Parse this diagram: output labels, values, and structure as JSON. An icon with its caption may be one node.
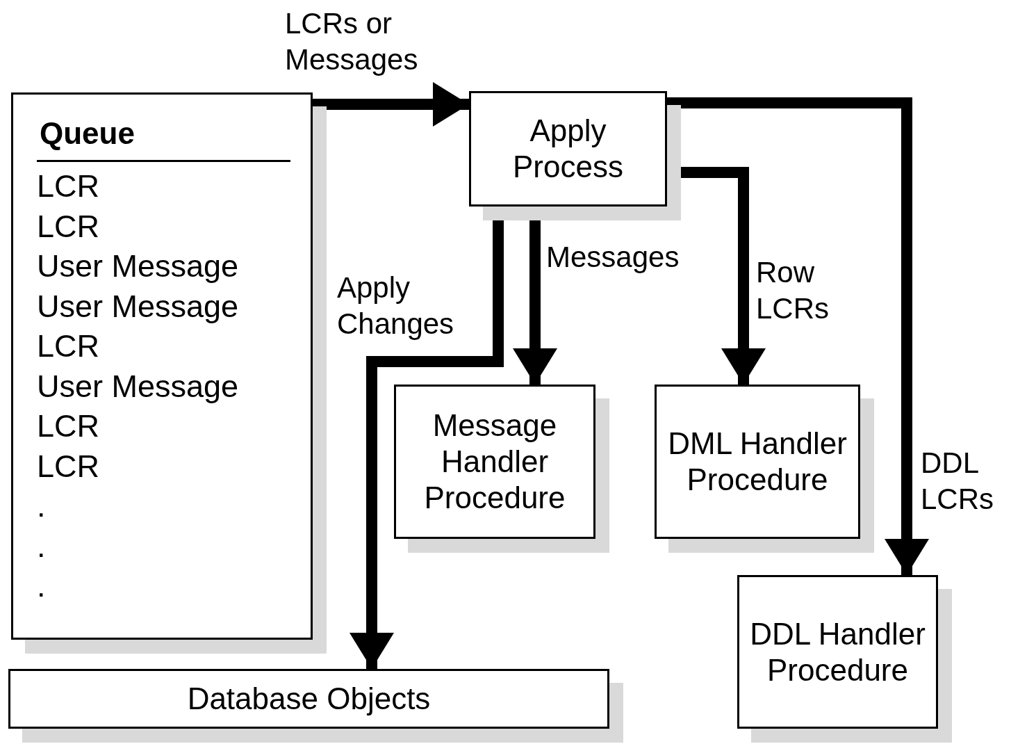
{
  "diagram": {
    "nodes": [
      {
        "text": [
          "Queue",
          "LCR",
          "LCR",
          "User Message",
          "User Message",
          "LCR",
          "User Message",
          "LCR",
          "LCR",
          ".",
          ".",
          "."
        ]
      },
      {
        "text": [
          "Apply Process"
        ]
      },
      {
        "text": [
          "Message Handler Procedure"
        ]
      },
      {
        "text": [
          "DML Handler Procedure"
        ]
      },
      {
        "text": [
          "DDL Handler Procedure"
        ]
      },
      {
        "text": [
          "Database Objects"
        ]
      }
    ],
    "edges": [
      {
        "from": 0,
        "to": 1,
        "arrow": "to",
        "label": "LCRs or Messages"
      },
      {
        "from": 1,
        "to": 5,
        "arrow": "to",
        "label": "Apply Changes"
      },
      {
        "from": 1,
        "to": 2,
        "arrow": "to",
        "label": "Messages"
      },
      {
        "from": 1,
        "to": 3,
        "arrow": "to",
        "label": "Row LCRs"
      },
      {
        "from": 1,
        "to": 4,
        "arrow": "to",
        "label": "DDL LCRs"
      }
    ]
  }
}
